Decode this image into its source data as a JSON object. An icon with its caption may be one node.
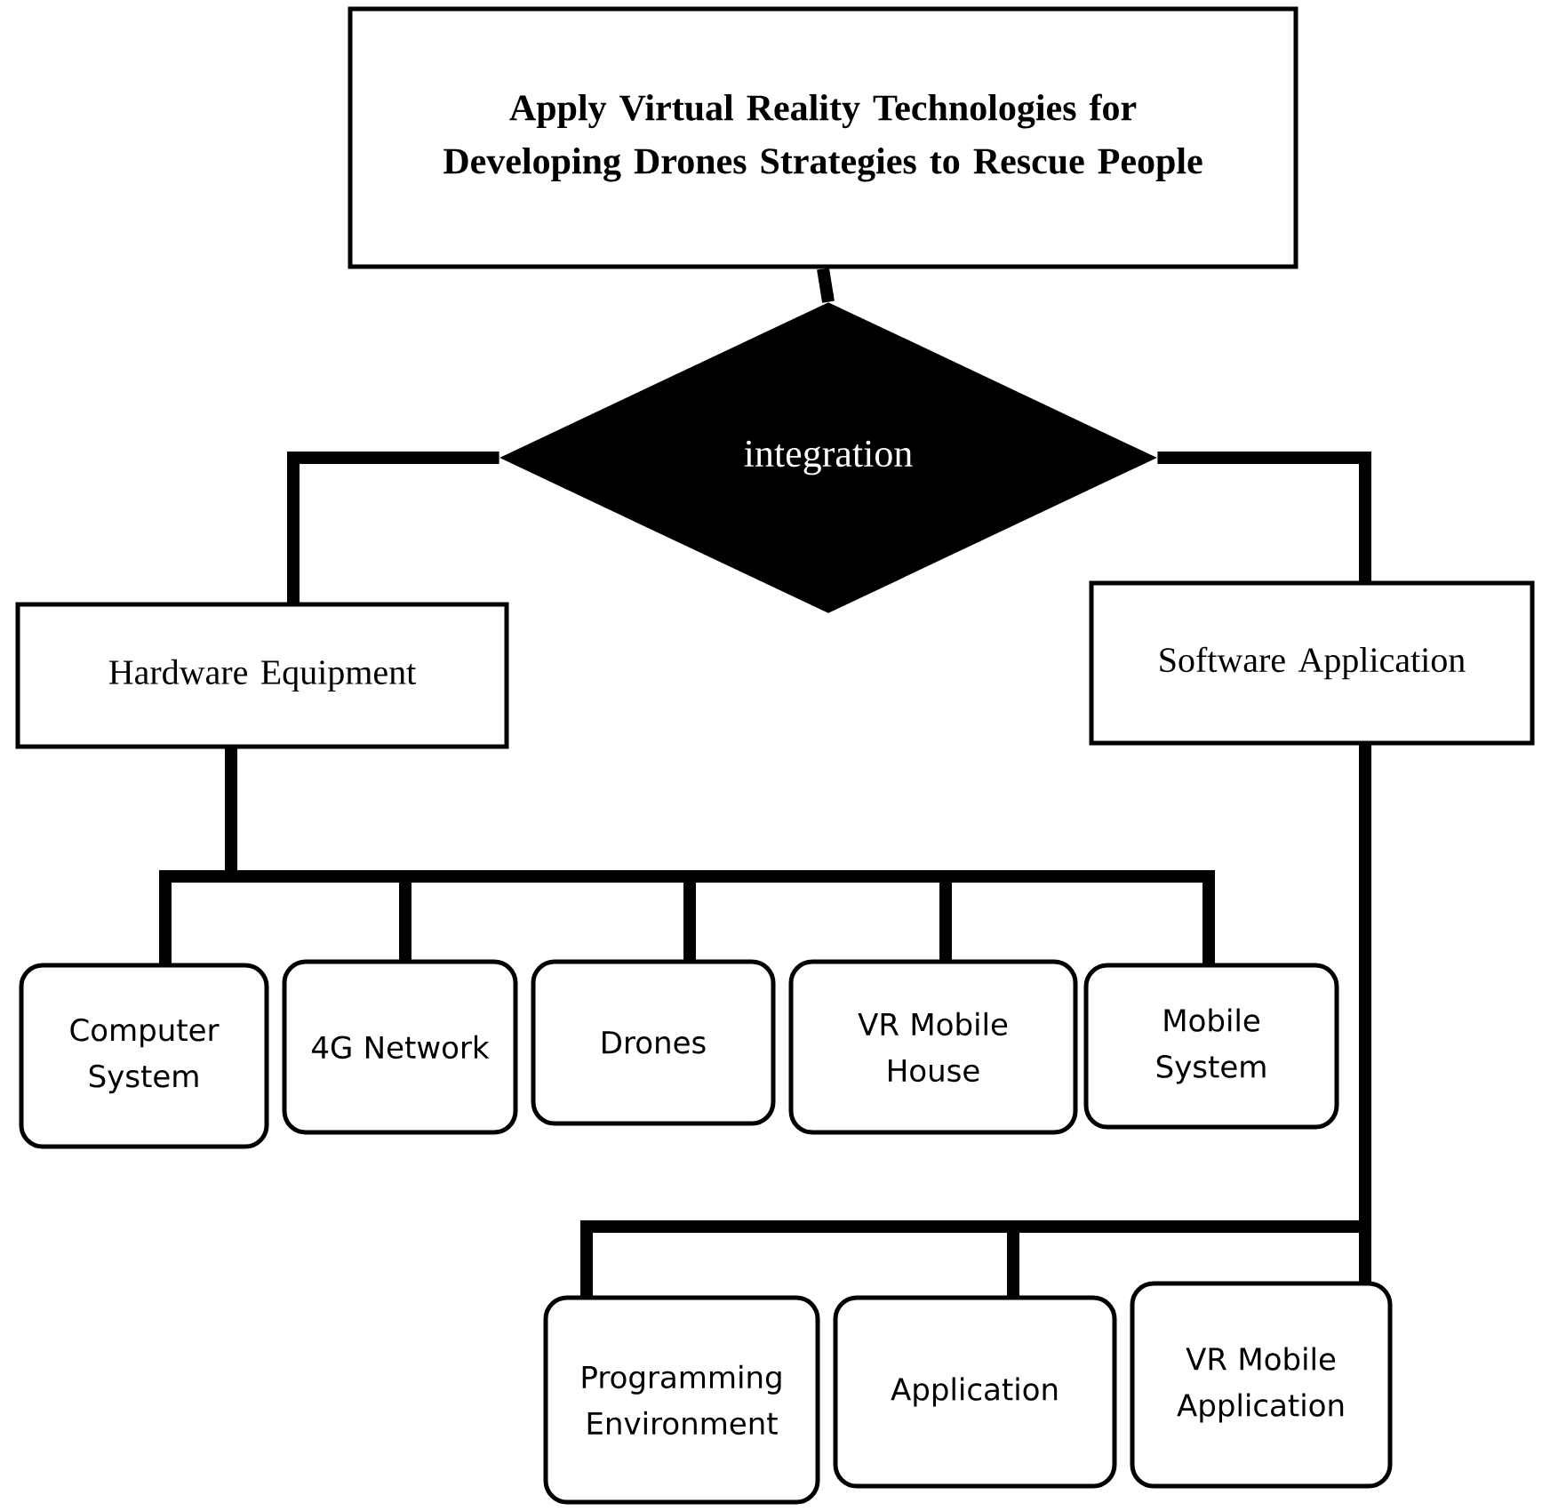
{
  "diagram": {
    "nodes": [
      {
        "text": [
          "Apply Virtual Reality Technologies for Developing Drones Strategies to Rescue People"
        ]
      },
      {
        "text": [
          "integration"
        ]
      },
      {
        "text": [
          "Hardware  Equipment"
        ]
      },
      {
        "text": [
          "Software Application"
        ]
      },
      {
        "text": [
          "Computer System"
        ]
      },
      {
        "text": [
          "4G Network"
        ]
      },
      {
        "text": [
          "Drones"
        ]
      },
      {
        "text": [
          "VR Mobile House"
        ]
      },
      {
        "text": [
          "Mobile System"
        ]
      },
      {
        "text": [
          "Programming Environment"
        ]
      },
      {
        "text": [
          "Application"
        ]
      },
      {
        "text": [
          "VR Mobile Application"
        ]
      }
    ],
    "edges": [
      {
        "from": 0,
        "to": 1,
        "arrow": "none"
      },
      {
        "from": 1,
        "to": 2,
        "arrow": "none"
      },
      {
        "from": 1,
        "to": 3,
        "arrow": "none"
      },
      {
        "from": 2,
        "to": 4,
        "arrow": "none"
      },
      {
        "from": 2,
        "to": 5,
        "arrow": "none"
      },
      {
        "from": 2,
        "to": 6,
        "arrow": "none"
      },
      {
        "from": 2,
        "to": 7,
        "arrow": "none"
      },
      {
        "from": 2,
        "to": 8,
        "arrow": "none"
      },
      {
        "from": 3,
        "to": 9,
        "arrow": "none"
      },
      {
        "from": 3,
        "to": 10,
        "arrow": "none"
      },
      {
        "from": 3,
        "to": 11,
        "arrow": "none"
      }
    ]
  }
}
